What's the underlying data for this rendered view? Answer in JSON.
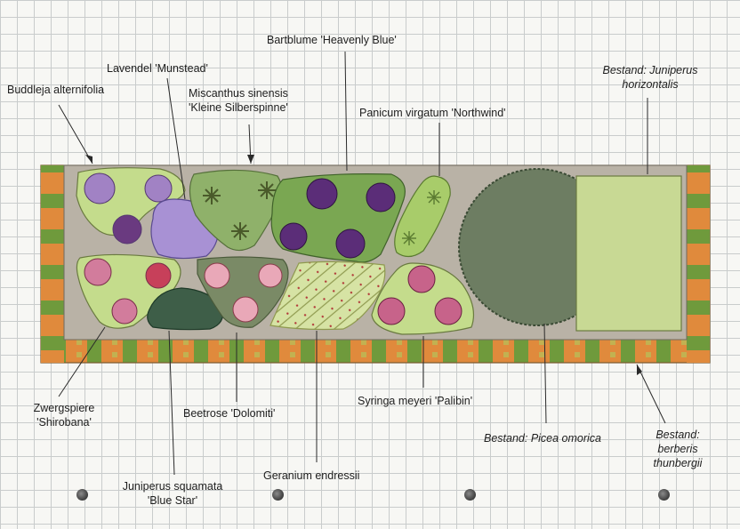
{
  "labels": {
    "bartblume": "Bartblume 'Heavenly Blue'",
    "lavendel": "Lavendel 'Munstead'",
    "buddleja": "Buddleja alternifolia",
    "miscanthus_1": "Miscanthus sinensis",
    "miscanthus_2": "'Kleine Silberspinne'",
    "panicum": "Panicum virgatum 'Northwind'",
    "juniperus_h_1": "Bestand: Juniperus",
    "juniperus_h_2": "horizontalis",
    "zwergspiere_1": "Zwergspiere",
    "zwergspiere_2": "'Shirobana'",
    "beetrose": "Beetrose 'Dolomiti'",
    "syringa": "Syringa meyeri 'Palibin'",
    "picea": "Bestand: Picea omorica",
    "berberis_1": "Bestand:",
    "berberis_2": "berberis",
    "berberis_3": "thunbergii",
    "juniperus_s_1": "Juniperus squamata",
    "juniperus_s_2": "'Blue Star'",
    "geranium": "Geranium endressii"
  },
  "colors": {
    "paper": "#f7f7f4",
    "grid": "#c9cccc",
    "border_orange": "#e08a3c",
    "border_green": "#6f9a3c",
    "gravel": "#b9b2a6",
    "light_green": "#c4dc8c",
    "mid_green": "#8fb16a",
    "dark_green": "#5a7a4a",
    "purple_flower": "#6a3a80",
    "lavender": "#a891d4",
    "pink_flower": "#c7638a",
    "picea": "#6d7d62",
    "juniper_bed": "#c8d994",
    "geranium_bed": "#d6e3a4"
  }
}
